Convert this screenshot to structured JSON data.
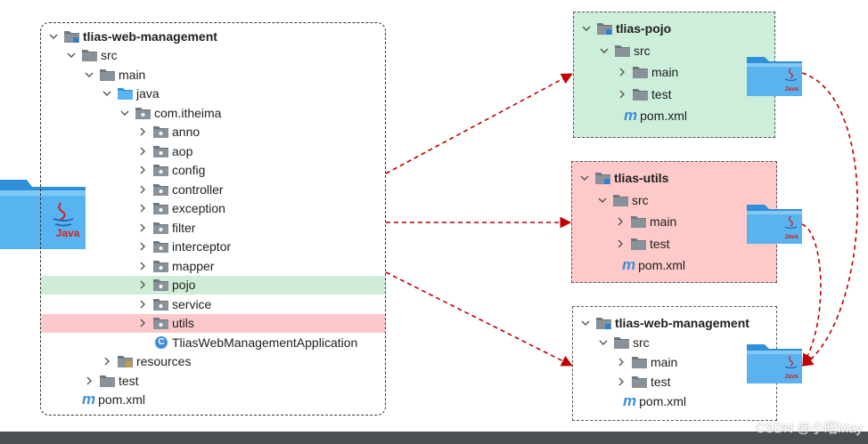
{
  "left_tree": {
    "rows": [
      {
        "label": "tlias-web-management",
        "icon": "module",
        "bold": true
      },
      {
        "label": "src",
        "icon": "folder"
      },
      {
        "label": "main",
        "icon": "folder"
      },
      {
        "label": "java",
        "icon": "folder-blue"
      },
      {
        "label": "com.itheima",
        "icon": "package"
      },
      {
        "label": "anno",
        "icon": "package"
      },
      {
        "label": "aop",
        "icon": "package"
      },
      {
        "label": "config",
        "icon": "package"
      },
      {
        "label": "controller",
        "icon": "package"
      },
      {
        "label": "exception",
        "icon": "package"
      },
      {
        "label": "filter",
        "icon": "package"
      },
      {
        "label": "interceptor",
        "icon": "package"
      },
      {
        "label": "mapper",
        "icon": "package"
      },
      {
        "label": "pojo",
        "icon": "package",
        "highlight": "green"
      },
      {
        "label": "service",
        "icon": "package"
      },
      {
        "label": "utils",
        "icon": "package",
        "highlight": "red"
      },
      {
        "label": "TliasWebManagementApplication",
        "icon": "class"
      },
      {
        "label": "resources",
        "icon": "resources"
      },
      {
        "label": "test",
        "icon": "folder"
      },
      {
        "label": "pom.xml",
        "icon": "maven"
      }
    ]
  },
  "modules": [
    {
      "rows": [
        {
          "label": "tlias-pojo",
          "icon": "module",
          "bold": true
        },
        {
          "label": "src",
          "icon": "folder"
        },
        {
          "label": "main",
          "icon": "folder"
        },
        {
          "label": "test",
          "icon": "folder"
        },
        {
          "label": "pom.xml",
          "icon": "maven"
        }
      ],
      "bg": "#cdeedb"
    },
    {
      "rows": [
        {
          "label": "tlias-utils",
          "icon": "module",
          "bold": true
        },
        {
          "label": "src",
          "icon": "folder"
        },
        {
          "label": "main",
          "icon": "folder"
        },
        {
          "label": "test",
          "icon": "folder"
        },
        {
          "label": "pom.xml",
          "icon": "maven"
        }
      ],
      "bg": "#fdc9c9"
    },
    {
      "rows": [
        {
          "label": "tlias-web-management",
          "icon": "module",
          "bold": true
        },
        {
          "label": "src",
          "icon": "folder"
        },
        {
          "label": "main",
          "icon": "folder"
        },
        {
          "label": "test",
          "icon": "folder"
        },
        {
          "label": "pom.xml",
          "icon": "maven"
        }
      ],
      "bg": "#ffffff"
    }
  ],
  "java_folder_label": "Java",
  "pom_m_glyph": "m",
  "class_glyph": "C",
  "watermark_text": "CSDN @小昭May",
  "colors": {
    "arrow": "#c00000",
    "java_text": "#d22222",
    "folder_blue": "#3aa0e6"
  }
}
